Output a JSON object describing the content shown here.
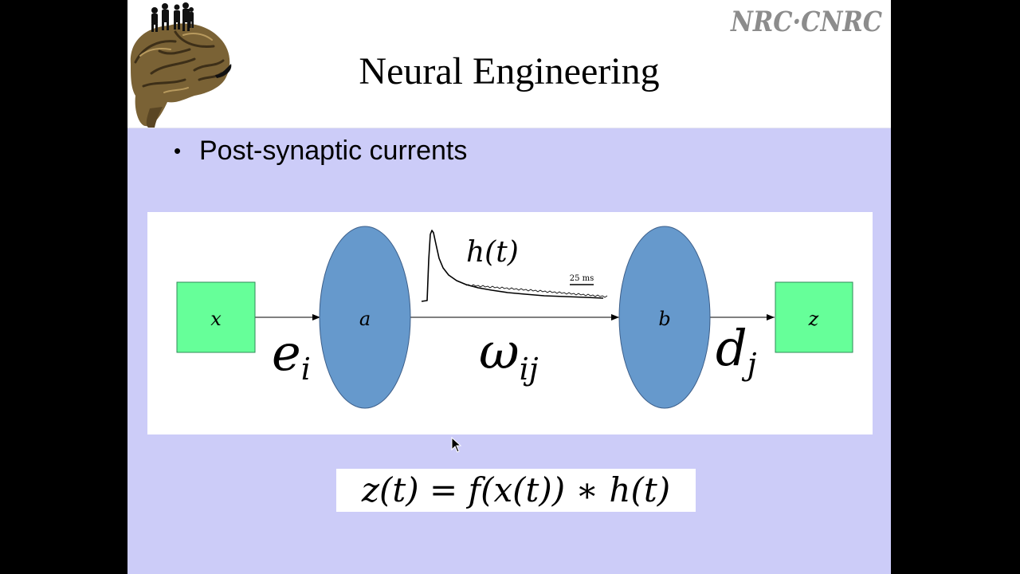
{
  "slide": {
    "title": "Neural Engineering",
    "logo_text": "NRC·CNRC",
    "bullet": "Post-synaptic currents",
    "formula": "z(t) = f(x(t)) ∗ h(t)"
  },
  "diagram": {
    "boxes": [
      {
        "label": "x",
        "color": "#66ff99"
      },
      {
        "label": "z",
        "color": "#66ff99"
      }
    ],
    "populations": [
      {
        "label": "a",
        "color": "#6699cc"
      },
      {
        "label": "b",
        "color": "#6699cc"
      }
    ],
    "encoder_label": "e",
    "encoder_sub": "i",
    "weight_label": "ω",
    "weight_sub": "ij",
    "decoder_label": "d",
    "decoder_sub": "j",
    "filter_label": "h(t)",
    "scale_bar_label": "25 ms"
  },
  "colors": {
    "background": "#000000",
    "slide_bg": "#ccccf8",
    "header_bg": "#ffffff",
    "box_fill": "#66ff99",
    "ellipse_fill": "#6699cc",
    "logo": "#8c8c8c"
  },
  "icons": [
    "brain-with-people-icon",
    "nrc-cnrc-logo",
    "mouse-cursor-icon"
  ]
}
